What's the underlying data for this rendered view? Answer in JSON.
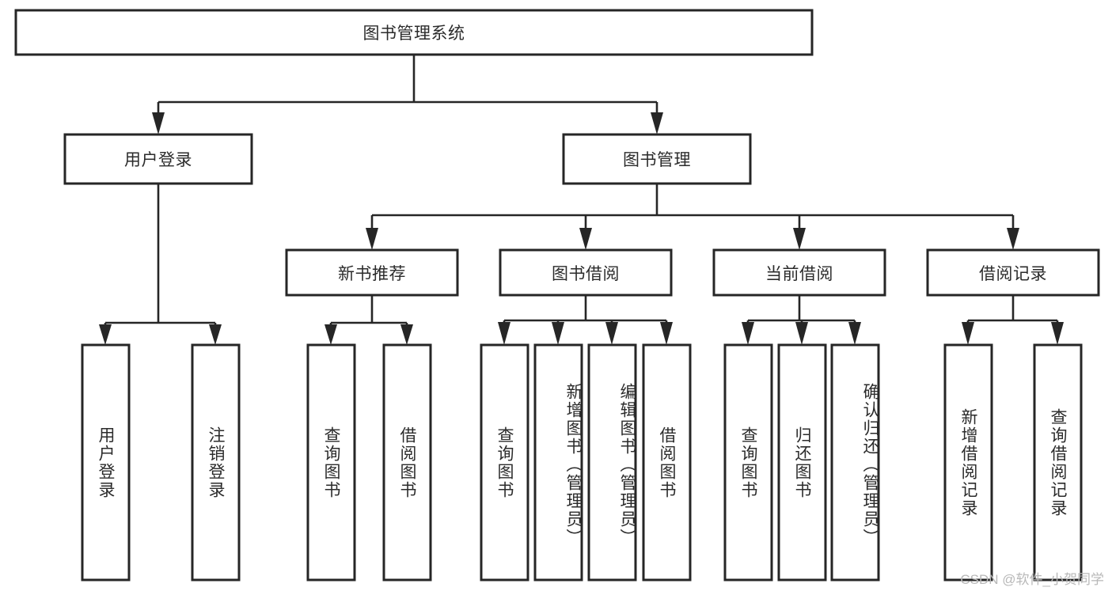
{
  "diagram": {
    "type": "tree-hierarchy",
    "orientation": "top-down",
    "background_color": "#ffffff",
    "box_border_color": "#262626",
    "box_fill_color": "#ffffff",
    "connector_color": "#262626",
    "text_color": "#2b2b2b",
    "root": {
      "label": "图书管理系统",
      "level": 1
    },
    "level2": [
      {
        "label": "用户登录"
      },
      {
        "label": "图书管理"
      }
    ],
    "level3": [
      {
        "label": "新书推荐"
      },
      {
        "label": "图书借阅"
      },
      {
        "label": "当前借阅"
      },
      {
        "label": "借阅记录"
      }
    ],
    "leaves_user_login": [
      {
        "label": "用户登录"
      },
      {
        "label": "注销登录"
      }
    ],
    "leaves_new_book": [
      {
        "label": "查询图书"
      },
      {
        "label": "借阅图书"
      }
    ],
    "leaves_borrow": [
      {
        "label": "查询图书"
      },
      {
        "label": "新增图书（管理员）"
      },
      {
        "label": "编辑图书（管理员）"
      },
      {
        "label": "借阅图书"
      }
    ],
    "leaves_current": [
      {
        "label": "查询图书"
      },
      {
        "label": "归还图书"
      },
      {
        "label": "确认归还（管理员）"
      }
    ],
    "leaves_record": [
      {
        "label": "新增借阅记录"
      },
      {
        "label": "查询借阅记录"
      }
    ]
  },
  "watermark": {
    "text": "CSDN @软件_小贺同学"
  }
}
